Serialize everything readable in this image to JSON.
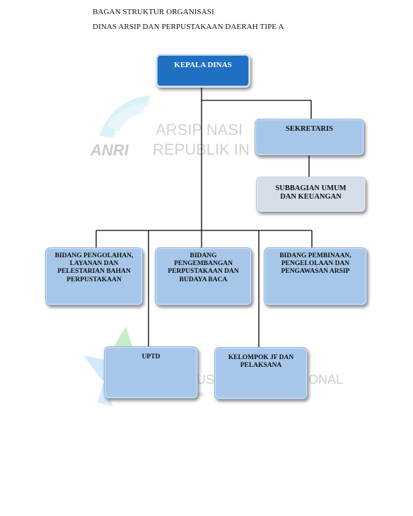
{
  "header": {
    "line1": "BAGAN STRUKTUR ORGANISASI",
    "line2": "DINAS ARSIP DAN PERPUSTAKAAN DAERAH TIPE A"
  },
  "watermarks": {
    "anri_logo_text": "ANRI",
    "anri_line1": "ARSIP NASI",
    "anri_line2": "REPUBLIK IN",
    "perpus_line1": "US",
    "perpus_line1b": "ONAL",
    "perpus_line2": "IK"
  },
  "nodes": {
    "kepala_dinas": "KEPALA DINAS",
    "sekretaris": "SEKRETARIS",
    "subbagian": "SUBBAGIAN UMUM DAN KEUANGAN",
    "bidang_pengolahan": "BIDANG PENGOLAHAN, LAYANAN DAN PELESTARIAN BAHAN PERPUSTAKAAN",
    "bidang_pengembangan": "BIDANG PENGEMBANGAN PERPUSTAKAAN DAN BUDAYA BACA",
    "bidang_pembinaan": "BIDANG PEMBINAAN, PENGELOLAAN DAN PENGAWASAN ARSIP",
    "uptd": "UPTD",
    "kelompok_jf": "KELOMPOK JF DAN PELAKSANA"
  },
  "colors": {
    "head_box": "#1f6fc2",
    "unit_box": "#a7c7ea",
    "sub_box": "#d5dde8",
    "connector": "#000000"
  }
}
